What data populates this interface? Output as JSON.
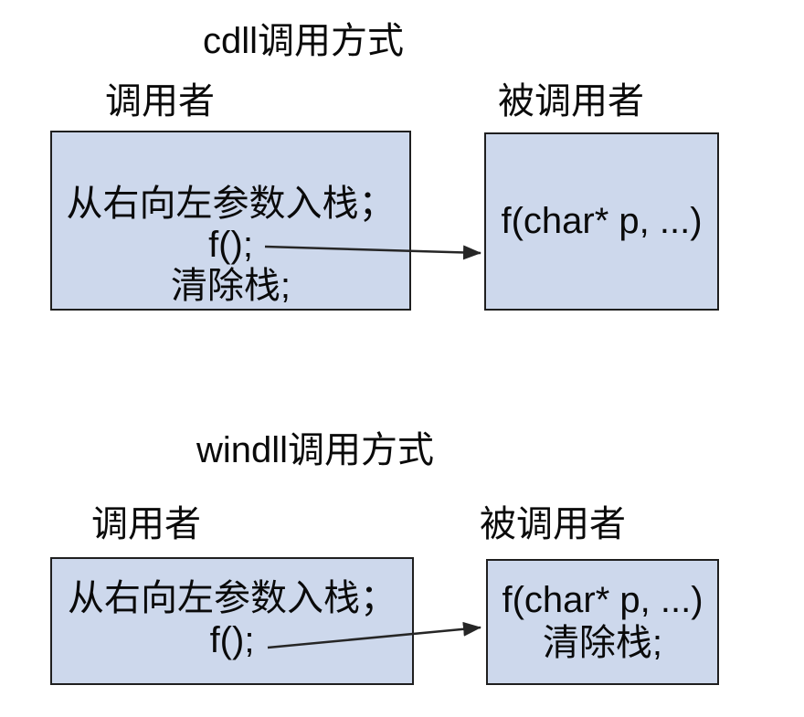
{
  "colors": {
    "background": "#ffffff",
    "box_fill": "#cdd8ec",
    "box_border": "#1f1f1f",
    "text": "#0a0a0a",
    "arrow": "#262626"
  },
  "diagrams": [
    {
      "id": "cdll",
      "title": "cdll调用方式",
      "caller": {
        "label": "调用者",
        "lines": [
          "从右向左参数入栈；",
          "f();",
          "清除栈;"
        ]
      },
      "callee": {
        "label": "被调用者",
        "lines": [
          "f(char* p, ...)"
        ]
      }
    },
    {
      "id": "windll",
      "title": "windll调用方式",
      "caller": {
        "label": "调用者",
        "lines": [
          "从右向左参数入栈；",
          "f();"
        ]
      },
      "callee": {
        "label": "被调用者",
        "lines": [
          "f(char* p, ...)",
          "清除栈;"
        ]
      }
    }
  ]
}
